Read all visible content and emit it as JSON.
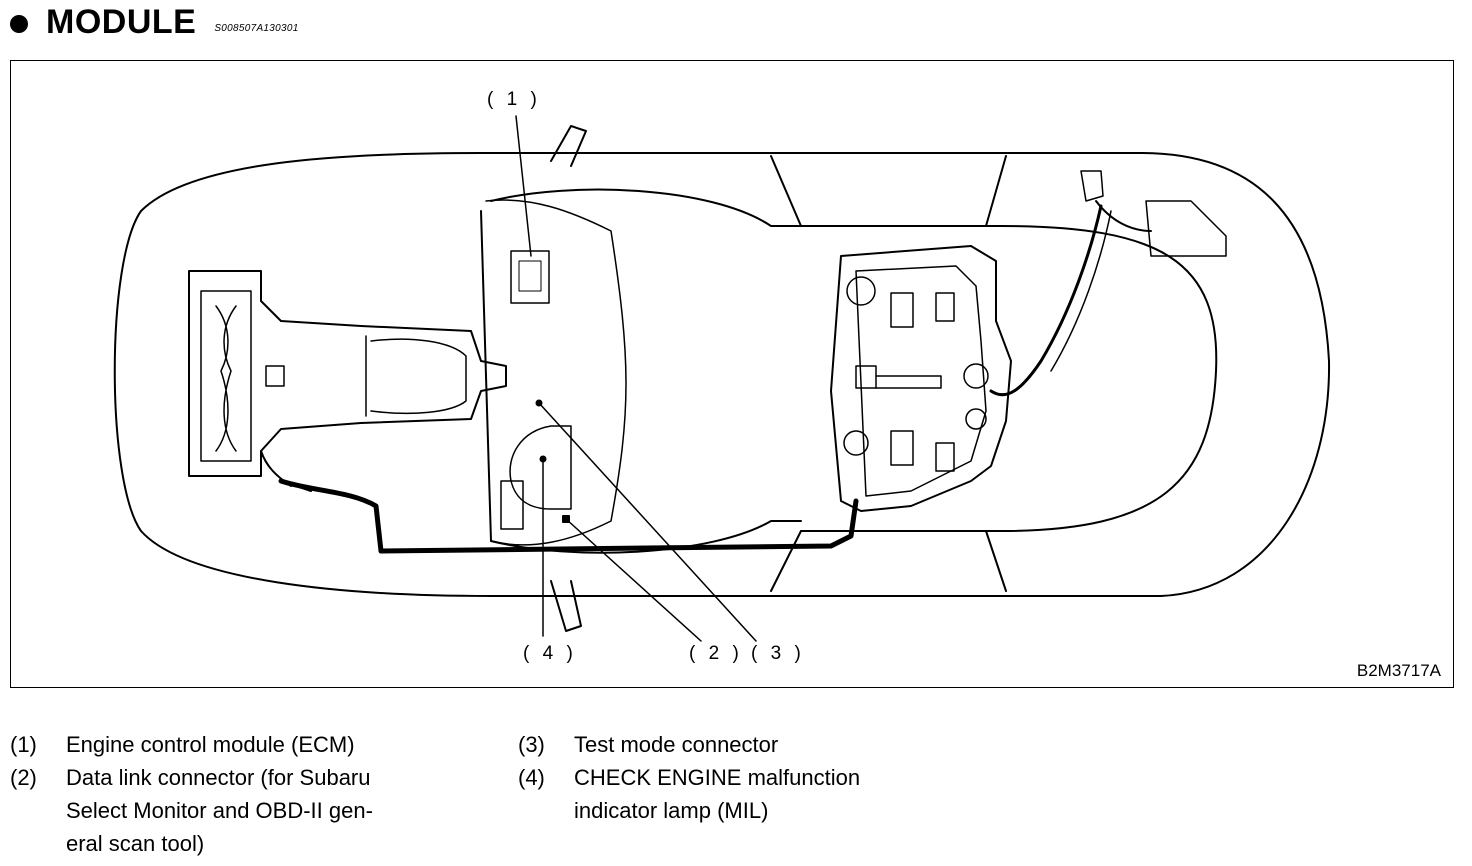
{
  "header": {
    "title": "MODULE",
    "doc_code": "S008507A130301"
  },
  "figure": {
    "callouts": [
      "( 1 )",
      "( 2 )",
      "( 3 )",
      "( 4 )"
    ],
    "code": "B2M3717A"
  },
  "legend": {
    "left": [
      {
        "num": "(1)",
        "text": "Engine control module (ECM)"
      },
      {
        "num": "(2)",
        "text": "Data link connector (for Subaru\nSelect Monitor and OBD-II gen-\neral scan tool)"
      }
    ],
    "right": [
      {
        "num": "(3)",
        "text": "Test mode connector"
      },
      {
        "num": "(4)",
        "text": "CHECK ENGINE malfunction\nindicator lamp (MIL)"
      }
    ]
  }
}
